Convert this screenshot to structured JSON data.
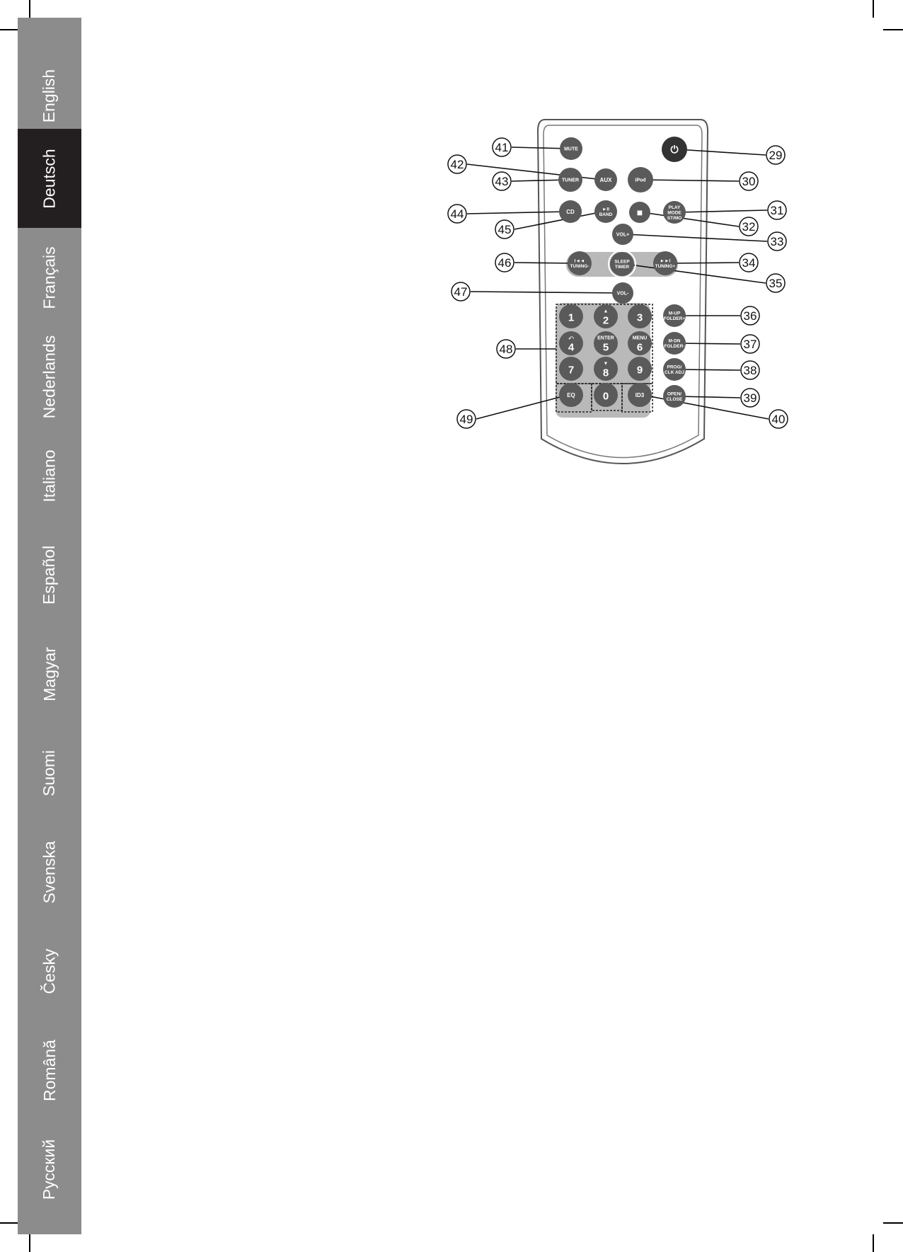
{
  "colors": {
    "sidebar": "#8c8c8c",
    "sidebar_active": "#231f20",
    "button": "#5a5a5a",
    "power": "#333333"
  },
  "languages": [
    {
      "label": "English",
      "active": false
    },
    {
      "label": "Deutsch",
      "active": true
    },
    {
      "label": "Français",
      "active": false
    },
    {
      "label": "Nederlands",
      "active": false
    },
    {
      "label": "Italiano",
      "active": false
    },
    {
      "label": "Español",
      "active": false
    },
    {
      "label": "Magyar",
      "active": false
    },
    {
      "label": "Suomi",
      "active": false
    },
    {
      "label": "Svenska",
      "active": false
    },
    {
      "label": "Česky",
      "active": false
    },
    {
      "label": "Română",
      "active": false
    },
    {
      "label": "Русский",
      "active": false
    }
  ],
  "remote": {
    "buttons": {
      "mute": {
        "lines": [
          "MUTE"
        ]
      },
      "power": {
        "icon": "power-icon",
        "glyph": "⏻"
      },
      "aux": {
        "lines": [
          "AUX"
        ]
      },
      "tuner": {
        "lines": [
          "TUNER"
        ]
      },
      "ipod": {
        "lines": [
          "iPod"
        ]
      },
      "cd": {
        "lines": [
          "CD"
        ]
      },
      "play_band": {
        "lines": [
          "►II",
          "BAND"
        ]
      },
      "stop": {
        "icon": "stop-icon",
        "glyph": "■"
      },
      "play_mode": {
        "lines": [
          "PLAY",
          "MODE",
          "ST/MO"
        ]
      },
      "vol_up": {
        "lines": [
          "VOL+"
        ]
      },
      "tuning_down": {
        "lines": [
          "I◄◄",
          "TUNING-"
        ]
      },
      "sleep_timer": {
        "lines": [
          "SLEEP",
          "TIMER"
        ]
      },
      "tuning_up": {
        "lines": [
          "►►I",
          "TUNING+"
        ]
      },
      "vol_down": {
        "lines": [
          "VOL-"
        ]
      },
      "num1": {
        "lines": [
          "1"
        ]
      },
      "num2": {
        "lines": [
          "▲",
          "2"
        ]
      },
      "num3": {
        "lines": [
          "3"
        ]
      },
      "num4": {
        "lines": [
          "⤺",
          "4"
        ]
      },
      "num5": {
        "lines": [
          "ENTER",
          "5"
        ]
      },
      "num6": {
        "lines": [
          "MENU",
          "6"
        ]
      },
      "num7": {
        "lines": [
          "7"
        ]
      },
      "num8": {
        "lines": [
          "▼",
          "8"
        ]
      },
      "num9": {
        "lines": [
          "9"
        ]
      },
      "num0": {
        "lines": [
          "0"
        ]
      },
      "eq": {
        "lines": [
          "EQ"
        ]
      },
      "id3": {
        "lines": [
          "ID3"
        ]
      },
      "m_up": {
        "lines": [
          "M-UP",
          "FOLDER+"
        ]
      },
      "m_dn": {
        "lines": [
          "M-DN",
          "FOLDER-"
        ]
      },
      "prog": {
        "lines": [
          "PROG/",
          "CLK ADJ"
        ]
      },
      "open_close": {
        "lines": [
          "OPEN/",
          "CLOSE"
        ]
      }
    },
    "callouts": [
      {
        "num": "41",
        "target": "mute"
      },
      {
        "num": "42",
        "target": "aux"
      },
      {
        "num": "43",
        "target": "tuner"
      },
      {
        "num": "44",
        "target": "cd"
      },
      {
        "num": "45",
        "target": "play_band"
      },
      {
        "num": "46",
        "target": "tuning_down"
      },
      {
        "num": "47",
        "target": "vol_down"
      },
      {
        "num": "48",
        "target": "number_pad"
      },
      {
        "num": "49",
        "target": "eq"
      },
      {
        "num": "29",
        "target": "power"
      },
      {
        "num": "30",
        "target": "ipod"
      },
      {
        "num": "31",
        "target": "play_mode"
      },
      {
        "num": "32",
        "target": "stop"
      },
      {
        "num": "33",
        "target": "vol_up"
      },
      {
        "num": "34",
        "target": "tuning_up"
      },
      {
        "num": "35",
        "target": "sleep_timer"
      },
      {
        "num": "36",
        "target": "m_up"
      },
      {
        "num": "37",
        "target": "m_dn"
      },
      {
        "num": "38",
        "target": "prog"
      },
      {
        "num": "39",
        "target": "open_close"
      },
      {
        "num": "40",
        "target": "id3"
      }
    ]
  }
}
